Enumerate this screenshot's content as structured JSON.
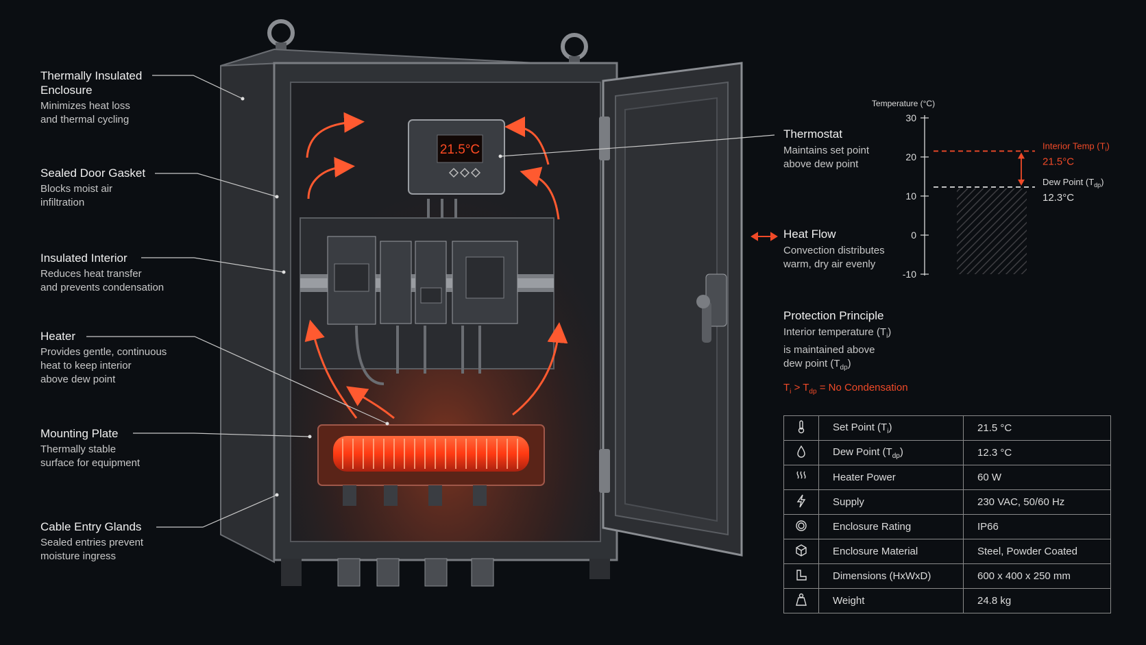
{
  "callouts": [
    {
      "title": "Thermally Insulated\nEnclosure",
      "desc": "Minimizes heat loss\nand thermal cycling"
    },
    {
      "title": "Sealed Door Gasket",
      "desc": "Blocks moist air\ninfiltration"
    },
    {
      "title": "Insulated Interior",
      "desc": "Reduces heat transfer\nand prevents condensation"
    },
    {
      "title": "Heater",
      "desc": "Provides gentle, continuous\nheat to keep interior\nabove dew point"
    },
    {
      "title": "Mounting Plate",
      "desc": "Thermally stable\nsurface for equipment"
    },
    {
      "title": "Cable Entry Glands",
      "desc": "Sealed entries prevent\nmoisture ingress"
    }
  ],
  "thermostat": {
    "title": "Thermostat",
    "desc": "Maintains set point\nabove dew point",
    "display": "21.5°C"
  },
  "heat_flow": {
    "title": "Heat Flow",
    "desc": "Convection distributes\nwarm, dry air evenly"
  },
  "principle": {
    "title": "Protection Principle",
    "line1": "Interior temperature (T",
    "line1_sub": "i",
    "line2": "is maintained above",
    "line3": "dew point (T",
    "line3_sub": "dp",
    "equation": "= No Condensation"
  },
  "chart_data": {
    "type": "reference-lines",
    "ylabel": "Temperature (°C)",
    "yticks": [
      30,
      20,
      10,
      0,
      -10
    ],
    "ylim": [
      -10,
      30
    ],
    "lines": [
      {
        "name": "Interior Temp (T",
        "sub": "i",
        "value": 21.5,
        "value_label": "21.5°C",
        "color": "#f04a28"
      },
      {
        "name": "Dew Point (T",
        "sub": "dp",
        "value": 12.3,
        "value_label": "12.3°C",
        "color": "#dcdcdc"
      }
    ]
  },
  "specs": [
    {
      "icon": "thermometer-icon",
      "label": "Set Point (T",
      "sub": "i",
      "value": "21.5 °C"
    },
    {
      "icon": "droplet-icon",
      "label": "Dew Point (T",
      "sub": "dp",
      "value": "12.3 °C"
    },
    {
      "icon": "heat-waves-icon",
      "label": "Heater Power",
      "sub": "",
      "value": "60 W"
    },
    {
      "icon": "lightning-icon",
      "label": "Supply",
      "sub": "",
      "value": "230 VAC, 50/60 Hz"
    },
    {
      "icon": "shield-icon",
      "label": "Enclosure Rating",
      "sub": "",
      "value": "IP66"
    },
    {
      "icon": "cube-icon",
      "label": "Enclosure Material",
      "sub": "",
      "value": "Steel, Powder Coated"
    },
    {
      "icon": "ruler-icon",
      "label": "Dimensions (HxWxD)",
      "sub": "",
      "value": "600 x 400 x 250 mm"
    },
    {
      "icon": "weight-icon",
      "label": "Weight",
      "sub": "",
      "value": "24.8 kg"
    }
  ],
  "colors": {
    "accent": "#f04a28",
    "background": "#0b0e12",
    "metal": "#3a3d42"
  }
}
